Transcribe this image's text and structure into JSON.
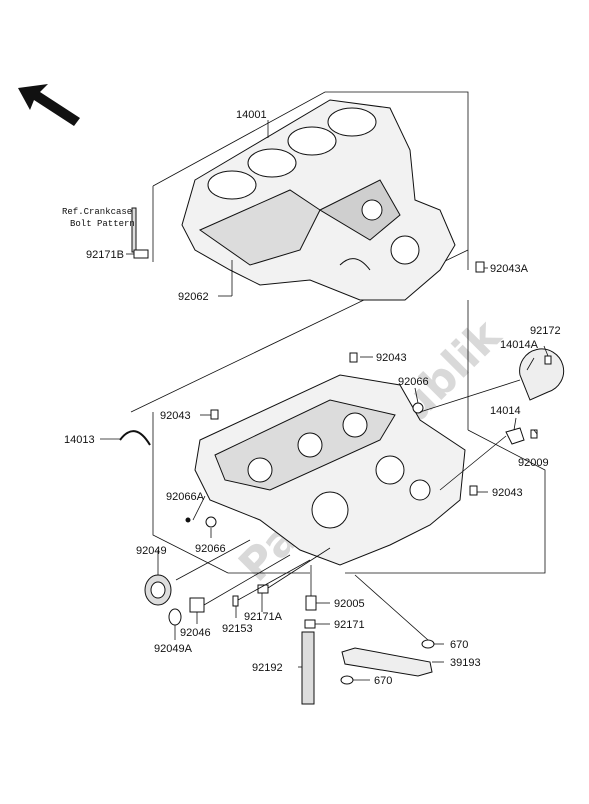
{
  "diagram": {
    "ref_note_line1": "Ref.Crankcase",
    "ref_note_line2": "Bolt Pattern",
    "watermark": "PartsRepublik",
    "labels": {
      "p14001": "14001",
      "p92171B": "92171B",
      "p92062": "92062",
      "p92043A": "92043A",
      "p92172": "92172",
      "p14014A": "14014A",
      "p92043_top": "92043",
      "p92066": "92066",
      "p92043_left": "92043",
      "p14013": "14013",
      "p14014": "14014",
      "p92009": "92009",
      "p92043_right": "92043",
      "p92066A": "92066A",
      "p92066_low": "92066",
      "p92049": "92049",
      "p92005": "92005",
      "p92171A": "92171A",
      "p92046": "92046",
      "p92153": "92153",
      "p92171": "92171",
      "p670_top": "670",
      "p92049A": "92049A",
      "p92192": "92192",
      "p39193": "39193",
      "p670_bot": "670"
    },
    "colors": {
      "line": "#111111",
      "part": "#f2f2f2",
      "shade": "#cfcfcf",
      "watermark": "#d9d9d9"
    },
    "icons": {
      "orientation_arrow": "front-arrow-icon"
    }
  }
}
